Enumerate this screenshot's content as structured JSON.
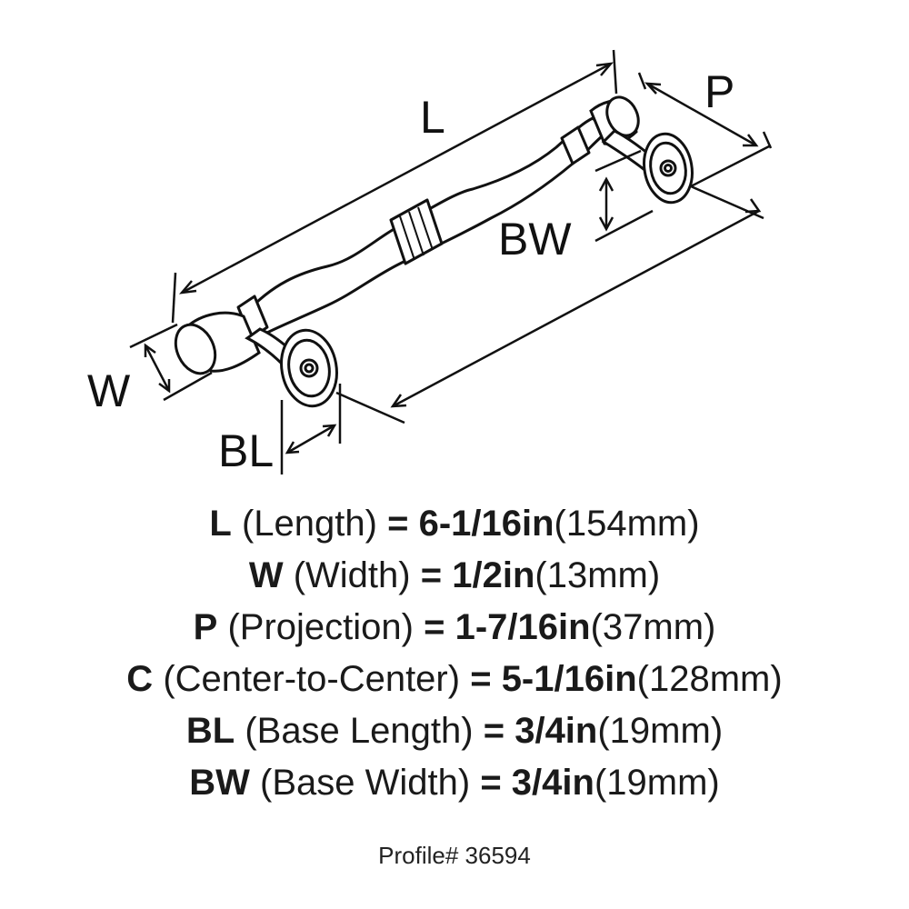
{
  "diagram": {
    "labels": {
      "length": "L",
      "projection": "P",
      "base_width": "BW",
      "width": "W",
      "base_length": "BL"
    }
  },
  "specs": [
    {
      "code": "L",
      "desc": "(Length)",
      "eq": "=",
      "imperial": "6-1/16in",
      "metric": "(154mm)"
    },
    {
      "code": "W",
      "desc": "(Width)",
      "eq": "=",
      "imperial": "1/2in",
      "metric": "(13mm)"
    },
    {
      "code": "P",
      "desc": "(Projection)",
      "eq": "=",
      "imperial": "1-7/16in",
      "metric": "(37mm)"
    },
    {
      "code": "C",
      "desc": "(Center-to-Center)",
      "eq": "=",
      "imperial": "5-1/16in",
      "metric": "(128mm)"
    },
    {
      "code": "BL",
      "desc": "(Base Length)",
      "eq": "=",
      "imperial": "3/4in",
      "metric": "(19mm)"
    },
    {
      "code": "BW",
      "desc": "(Base Width)",
      "eq": "=",
      "imperial": "3/4in",
      "metric": "(19mm)"
    }
  ],
  "footer": {
    "profile": "Profile# 36594"
  }
}
